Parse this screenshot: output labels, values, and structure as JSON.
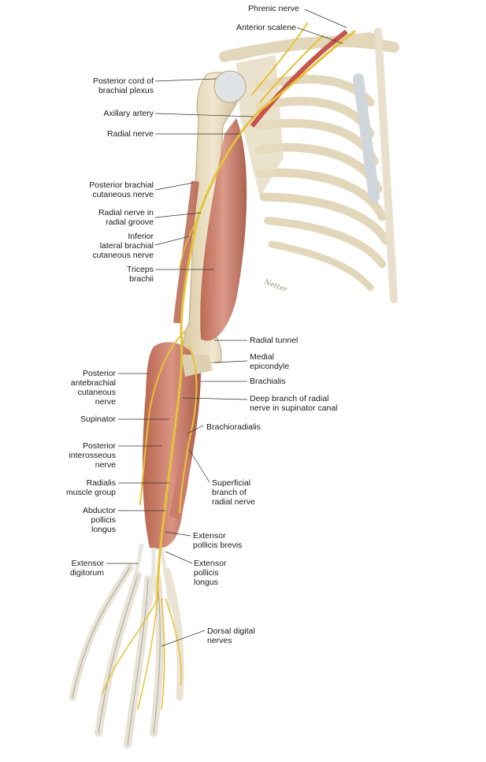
{
  "labels": {
    "phrenic_nerve": [
      "Phrenic nerve"
    ],
    "anterior_scalene": [
      "Anterior scalene"
    ],
    "posterior_cord": [
      "Posterior cord of",
      "brachial plexus"
    ],
    "axillary_artery": [
      "Axillary artery"
    ],
    "radial_nerve": [
      "Radial nerve"
    ],
    "posterior_brachial_cutaneous": [
      "Posterior brachial",
      "cutaneous nerve"
    ],
    "radial_nerve_groove": [
      "Radial nerve in",
      "radial groove"
    ],
    "inferior_lateral_brachial": [
      "Inferior",
      "lateral brachial",
      "cutaneous nerve"
    ],
    "triceps_brachii": [
      "Triceps",
      "brachii"
    ],
    "radial_tunnel": [
      "Radial tunnel"
    ],
    "medial_epicondyle": [
      "Medial",
      "epicondyle"
    ],
    "brachialis": [
      "Brachialis"
    ],
    "deep_branch": [
      "Deep branch of radial",
      "nerve in supinator canal"
    ],
    "posterior_antebrachial": [
      "Posterior",
      "antebrachial",
      "cutaneous",
      "nerve"
    ],
    "supinator": [
      "Supinator"
    ],
    "brachioradialis": [
      "Brachioradialis"
    ],
    "posterior_interosseous": [
      "Posterior",
      "interosseous",
      "nerve"
    ],
    "superficial_branch": [
      "Superficial",
      "branch of",
      "radial nerve"
    ],
    "radialis_group": [
      "Radialis",
      "muscle group"
    ],
    "abductor_pollicis": [
      "Abductor",
      "pollicis",
      "longus"
    ],
    "extensor_pollicis_brevis": [
      "Extensor",
      "pollicis brevis"
    ],
    "extensor_digitorum": [
      "Extensor",
      "digitorum"
    ],
    "extensor_pollicis_longus": [
      "Extensor",
      "pollicis",
      "longus"
    ],
    "dorsal_digital": [
      "Dorsal digital",
      "nerves"
    ]
  },
  "signature": "Netter",
  "colors": {
    "bone": "#e8dcc0",
    "bone_shadow": "#c9b994",
    "muscle": "#c97d6a",
    "muscle_dark": "#a95a48",
    "nerve": "#e6c23a",
    "artery": "#c8544a",
    "cartilage": "#cfd6dc",
    "leader": "#333333"
  }
}
